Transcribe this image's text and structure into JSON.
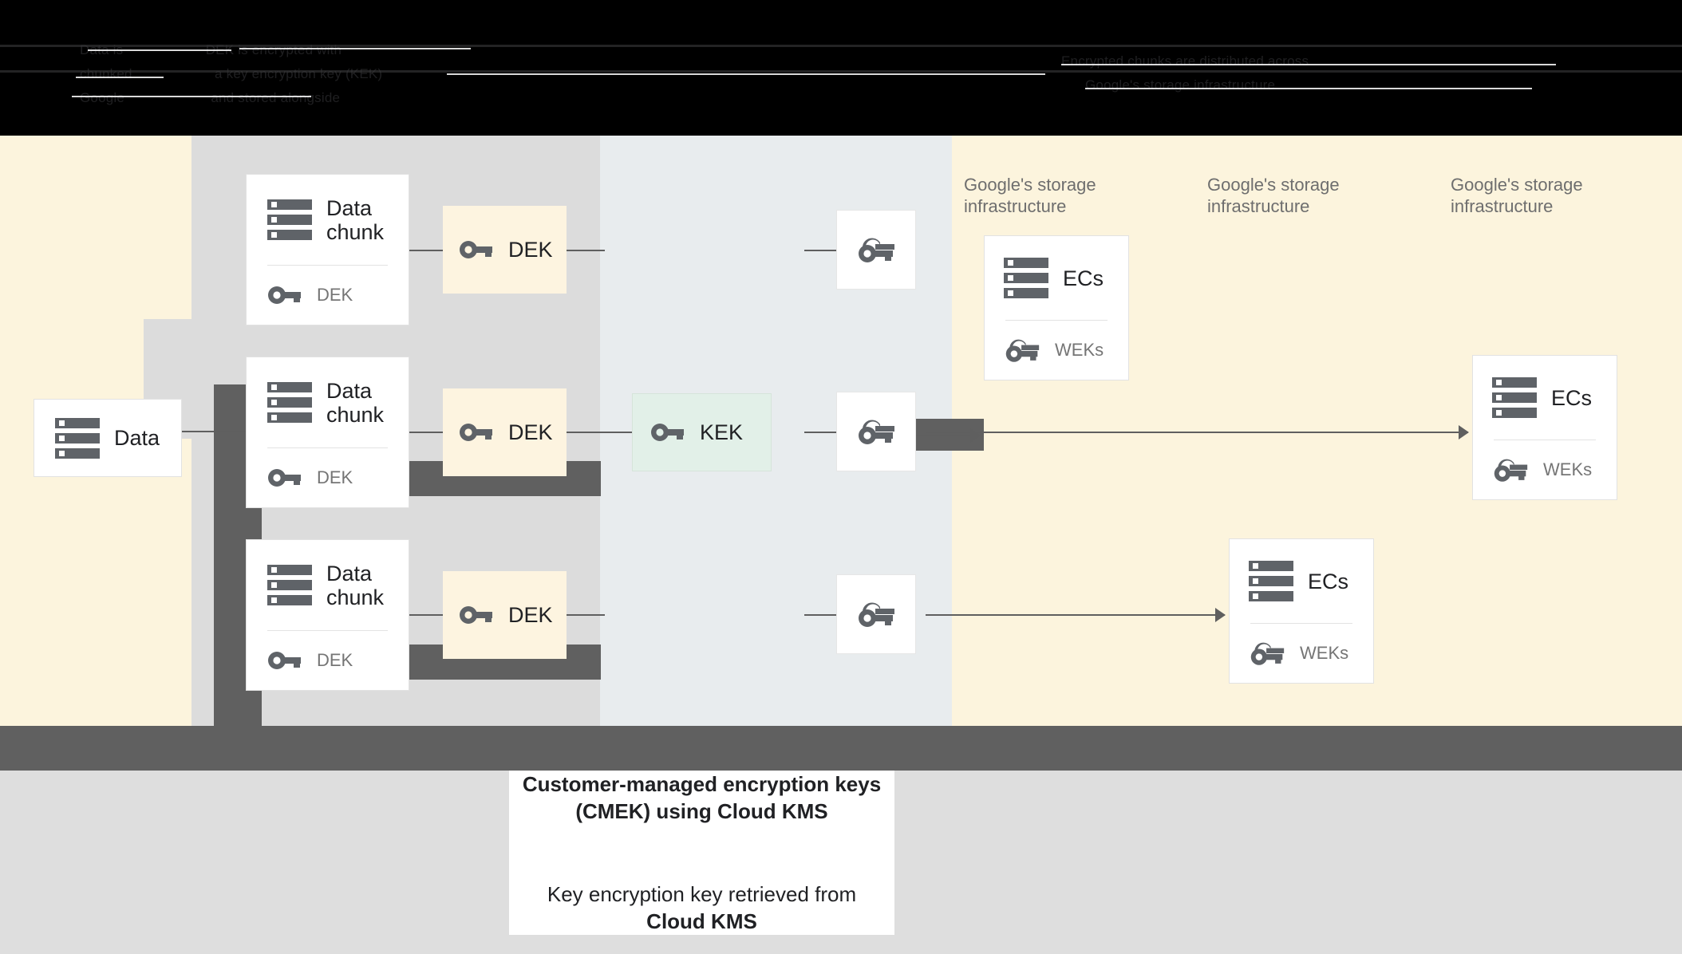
{
  "header": {
    "obscured_lines": [
      "Data is                     DEK is encrypted with",
      "chunked                     a key encryption key (KEK)",
      "Google                      and stored alongside",
      "Encrypted chunks are distributed across",
      "Google's storage infrastructure"
    ],
    "note": "header text is rendered dark-on-black and illegible"
  },
  "diagram": {
    "columns": [
      {
        "name": "data-column",
        "caption": ""
      },
      {
        "name": "kek-column",
        "caption": ""
      },
      {
        "name": "storage-column-1",
        "caption": "Google's storage\ninfrastructure"
      },
      {
        "name": "storage-column-2",
        "caption": "Google's storage\ninfrastructure"
      },
      {
        "name": "storage-column-3",
        "caption": "Google's storage\ninfrastructure"
      }
    ],
    "data_card": {
      "title": "Data",
      "icon": "storage-icon"
    },
    "chunks": [
      {
        "title": "Data\nchunk",
        "key_label": "DEK"
      },
      {
        "title": "Data\nchunk",
        "key_label": "DEK"
      },
      {
        "title": "Data\nchunk",
        "key_label": "DEK"
      }
    ],
    "deks": [
      {
        "label": "DEK"
      },
      {
        "label": "DEK"
      },
      {
        "label": "DEK"
      }
    ],
    "kek": {
      "label": "KEK"
    },
    "weks": [
      {
        "label": "",
        "icon": "wrapped-key-icon"
      },
      {
        "label": "",
        "icon": "wrapped-key-icon"
      },
      {
        "label": "",
        "icon": "wrapped-key-icon"
      }
    ],
    "ec_cards": [
      {
        "title": "ECs",
        "key_label": "WEKs"
      },
      {
        "title": "ECs",
        "key_label": "WEKs"
      },
      {
        "title": "ECs",
        "key_label": "WEKs"
      }
    ]
  },
  "caption": {
    "title": "Customer-managed encryption keys\n(CMEK) using Cloud KMS",
    "body_prefix": "Key encryption key retrieved from\n",
    "body_strong": "Cloud KMS"
  },
  "colors": {
    "cream": "#fcf4dd",
    "blue_gray": "#e8ecee",
    "gray_band": "#dcdcdc",
    "dark_overlay": "#606060",
    "kek_green": "#e2f0e8",
    "dek_yellow": "#fdf4e0",
    "page_gray": "#dedede",
    "icon_gray": "#5f6368",
    "muted_text": "#757575"
  }
}
